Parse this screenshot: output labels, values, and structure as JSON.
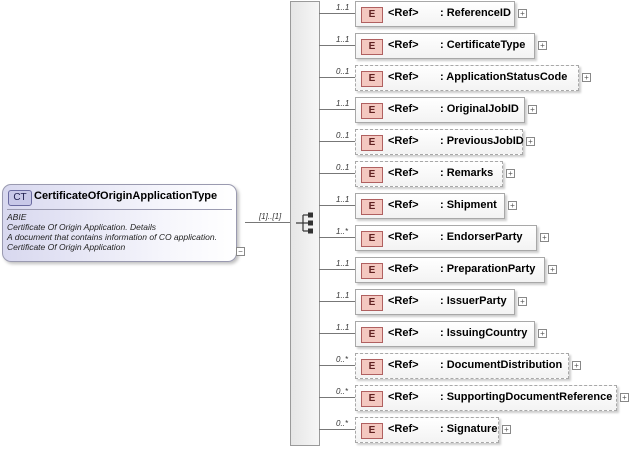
{
  "complex_type": {
    "badge": "CT",
    "name": "CertificateOfOriginApplicationType",
    "doc_lines": [
      "ABIE",
      "Certificate Of Origin Application. Details",
      "A document that contains information of CO application.",
      "Certificate Of Origin Application"
    ],
    "collapse_symbol": "−"
  },
  "sequence": {
    "cardinality": "[1]..[1]"
  },
  "element_badge": "E",
  "ref_label": "<Ref>",
  "expand_symbol": "+",
  "elements": [
    {
      "name": ": ReferenceID",
      "card": "1..1",
      "optional": false
    },
    {
      "name": ": CertificateType",
      "card": "1..1",
      "optional": false
    },
    {
      "name": ": ApplicationStatusCode",
      "card": "0..1",
      "optional": true
    },
    {
      "name": ": OriginalJobID",
      "card": "1..1",
      "optional": false
    },
    {
      "name": ": PreviousJobID",
      "card": "0..1",
      "optional": true
    },
    {
      "name": ": Remarks",
      "card": "0..1",
      "optional": true
    },
    {
      "name": ": Shipment",
      "card": "1..1",
      "optional": false
    },
    {
      "name": ": EndorserParty",
      "card": "1..*",
      "optional": false
    },
    {
      "name": ": PreparationParty",
      "card": "1..1",
      "optional": false
    },
    {
      "name": ": IssuerParty",
      "card": "1..1",
      "optional": false
    },
    {
      "name": ": IssuingCountry",
      "card": "1..1",
      "optional": false
    },
    {
      "name": ": DocumentDistribution",
      "card": "0..*",
      "optional": true
    },
    {
      "name": ": SupportingDocumentReference",
      "card": "0..*",
      "optional": true
    },
    {
      "name": ": Signature",
      "card": "0..*",
      "optional": true
    }
  ]
}
